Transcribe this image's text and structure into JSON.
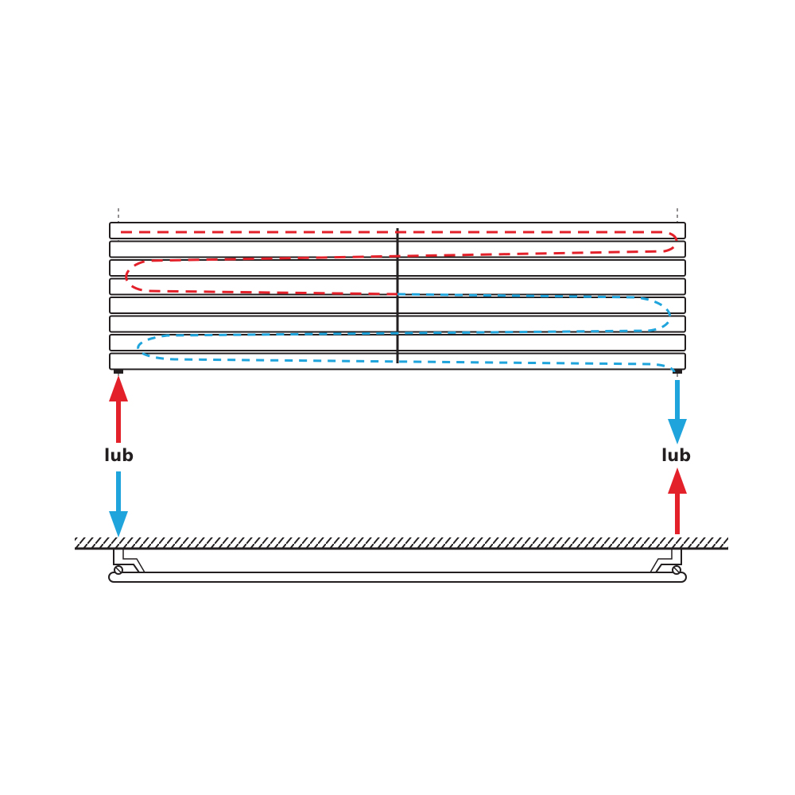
{
  "labels": {
    "left_connection_note": "lub",
    "right_connection_note": "lub"
  },
  "colors": {
    "supply": "#e3212b",
    "return": "#1fa4dc",
    "outline": "#231f20",
    "background": "#ffffff"
  },
  "radiator": {
    "tube_count": 8,
    "has_center_support_bar": true
  },
  "flow": {
    "supply_line_style": "dashed",
    "return_line_style": "dashed"
  }
}
